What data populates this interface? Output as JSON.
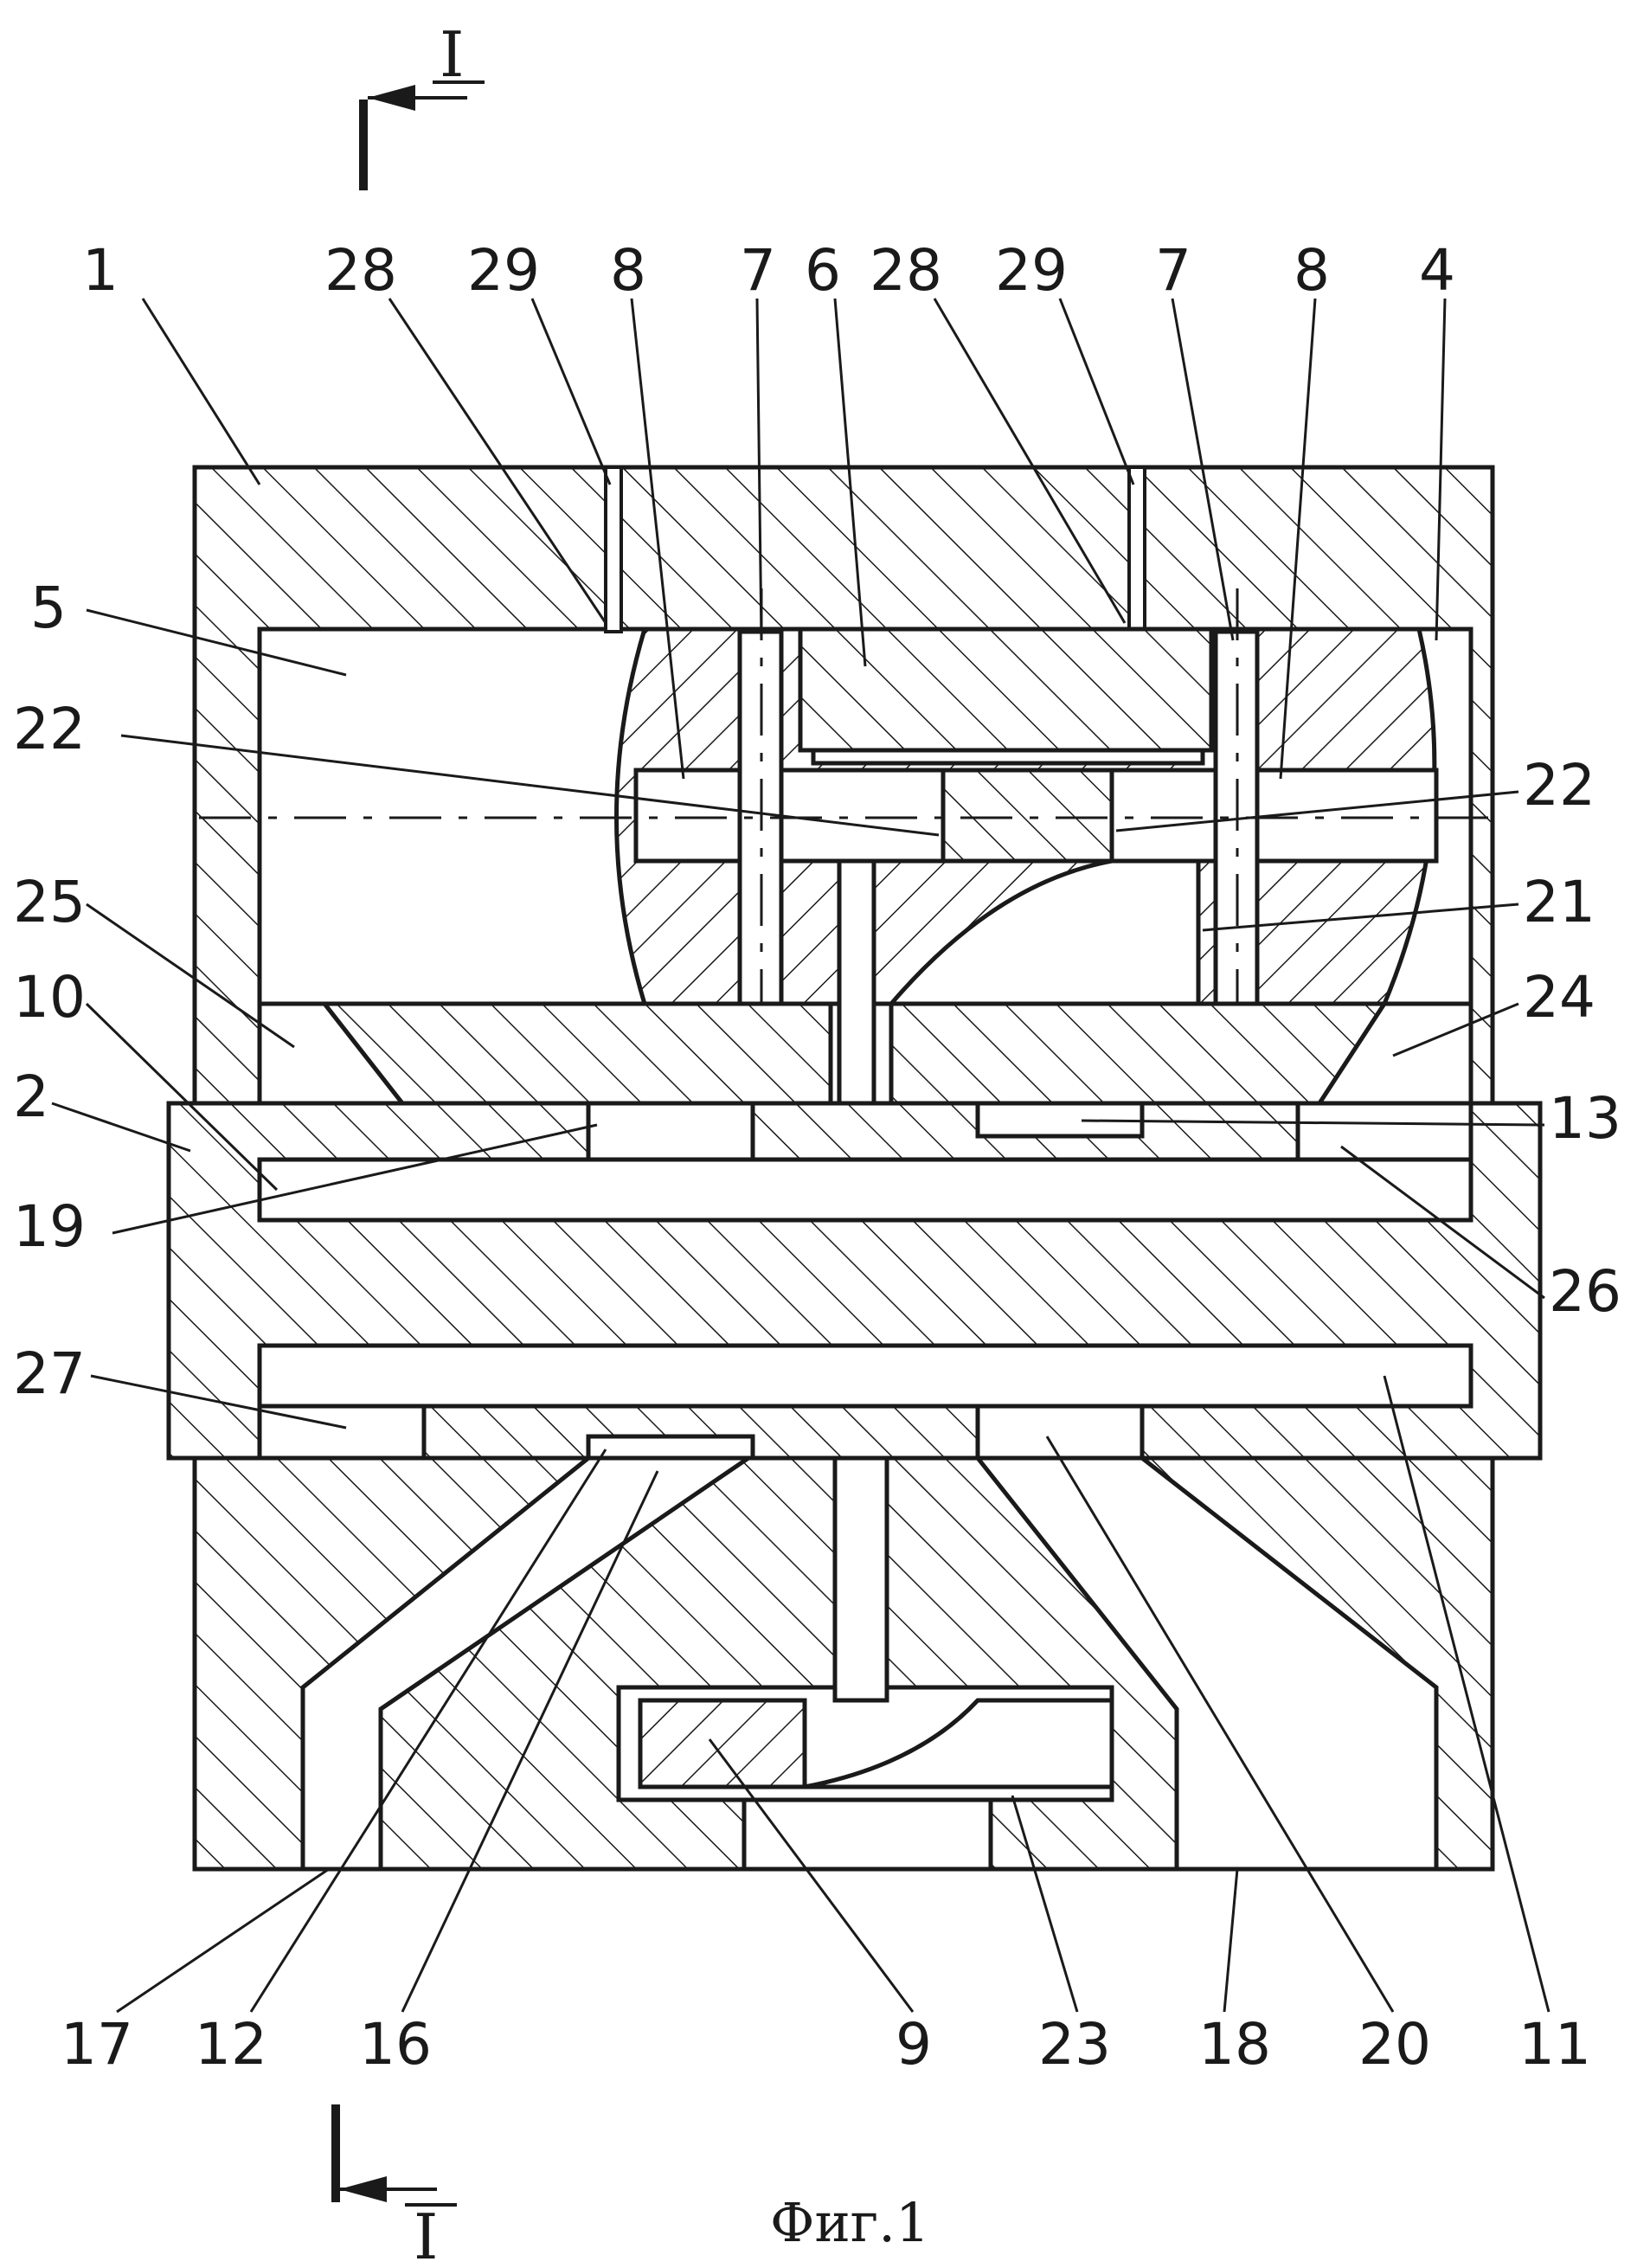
{
  "figure": {
    "caption": "Фиг.1",
    "section_mark": "I"
  },
  "labels": {
    "l1": "1",
    "l2": "2",
    "l4": "4",
    "l5": "5",
    "l6": "6",
    "l7a": "7",
    "l7b": "7",
    "l8a": "8",
    "l8b": "8",
    "l9": "9",
    "l10": "10",
    "l11": "11",
    "l12": "12",
    "l13": "13",
    "l16": "16",
    "l17": "17",
    "l18": "18",
    "l19": "19",
    "l20": "20",
    "l21": "21",
    "l22a": "22",
    "l22b": "22",
    "l23": "23",
    "l24": "24",
    "l25": "25",
    "l26": "26",
    "l27": "27",
    "l28a": "28",
    "l28b": "28",
    "l29a": "29",
    "l29b": "29"
  }
}
